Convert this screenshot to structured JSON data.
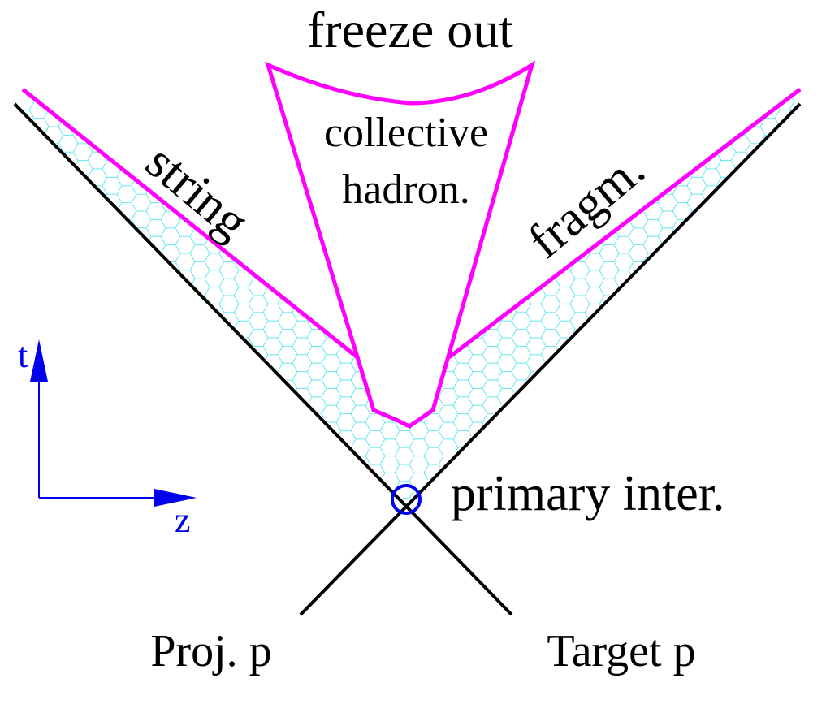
{
  "labels": {
    "freeze_out": "freeze out",
    "collective": "collective",
    "hadron": "hadron.",
    "string": "string",
    "fragm": "fragm.",
    "primary_inter": "primary inter.",
    "proj_p": "Proj. p",
    "target_p": "Target p",
    "t_axis": "t",
    "z_axis": "z"
  },
  "colors": {
    "worldline": "#000000",
    "boundary": "#ff00ff",
    "hex_fill": "#66e6ee",
    "axes": "#0000ee",
    "vertex_marker": "#0000ee"
  }
}
